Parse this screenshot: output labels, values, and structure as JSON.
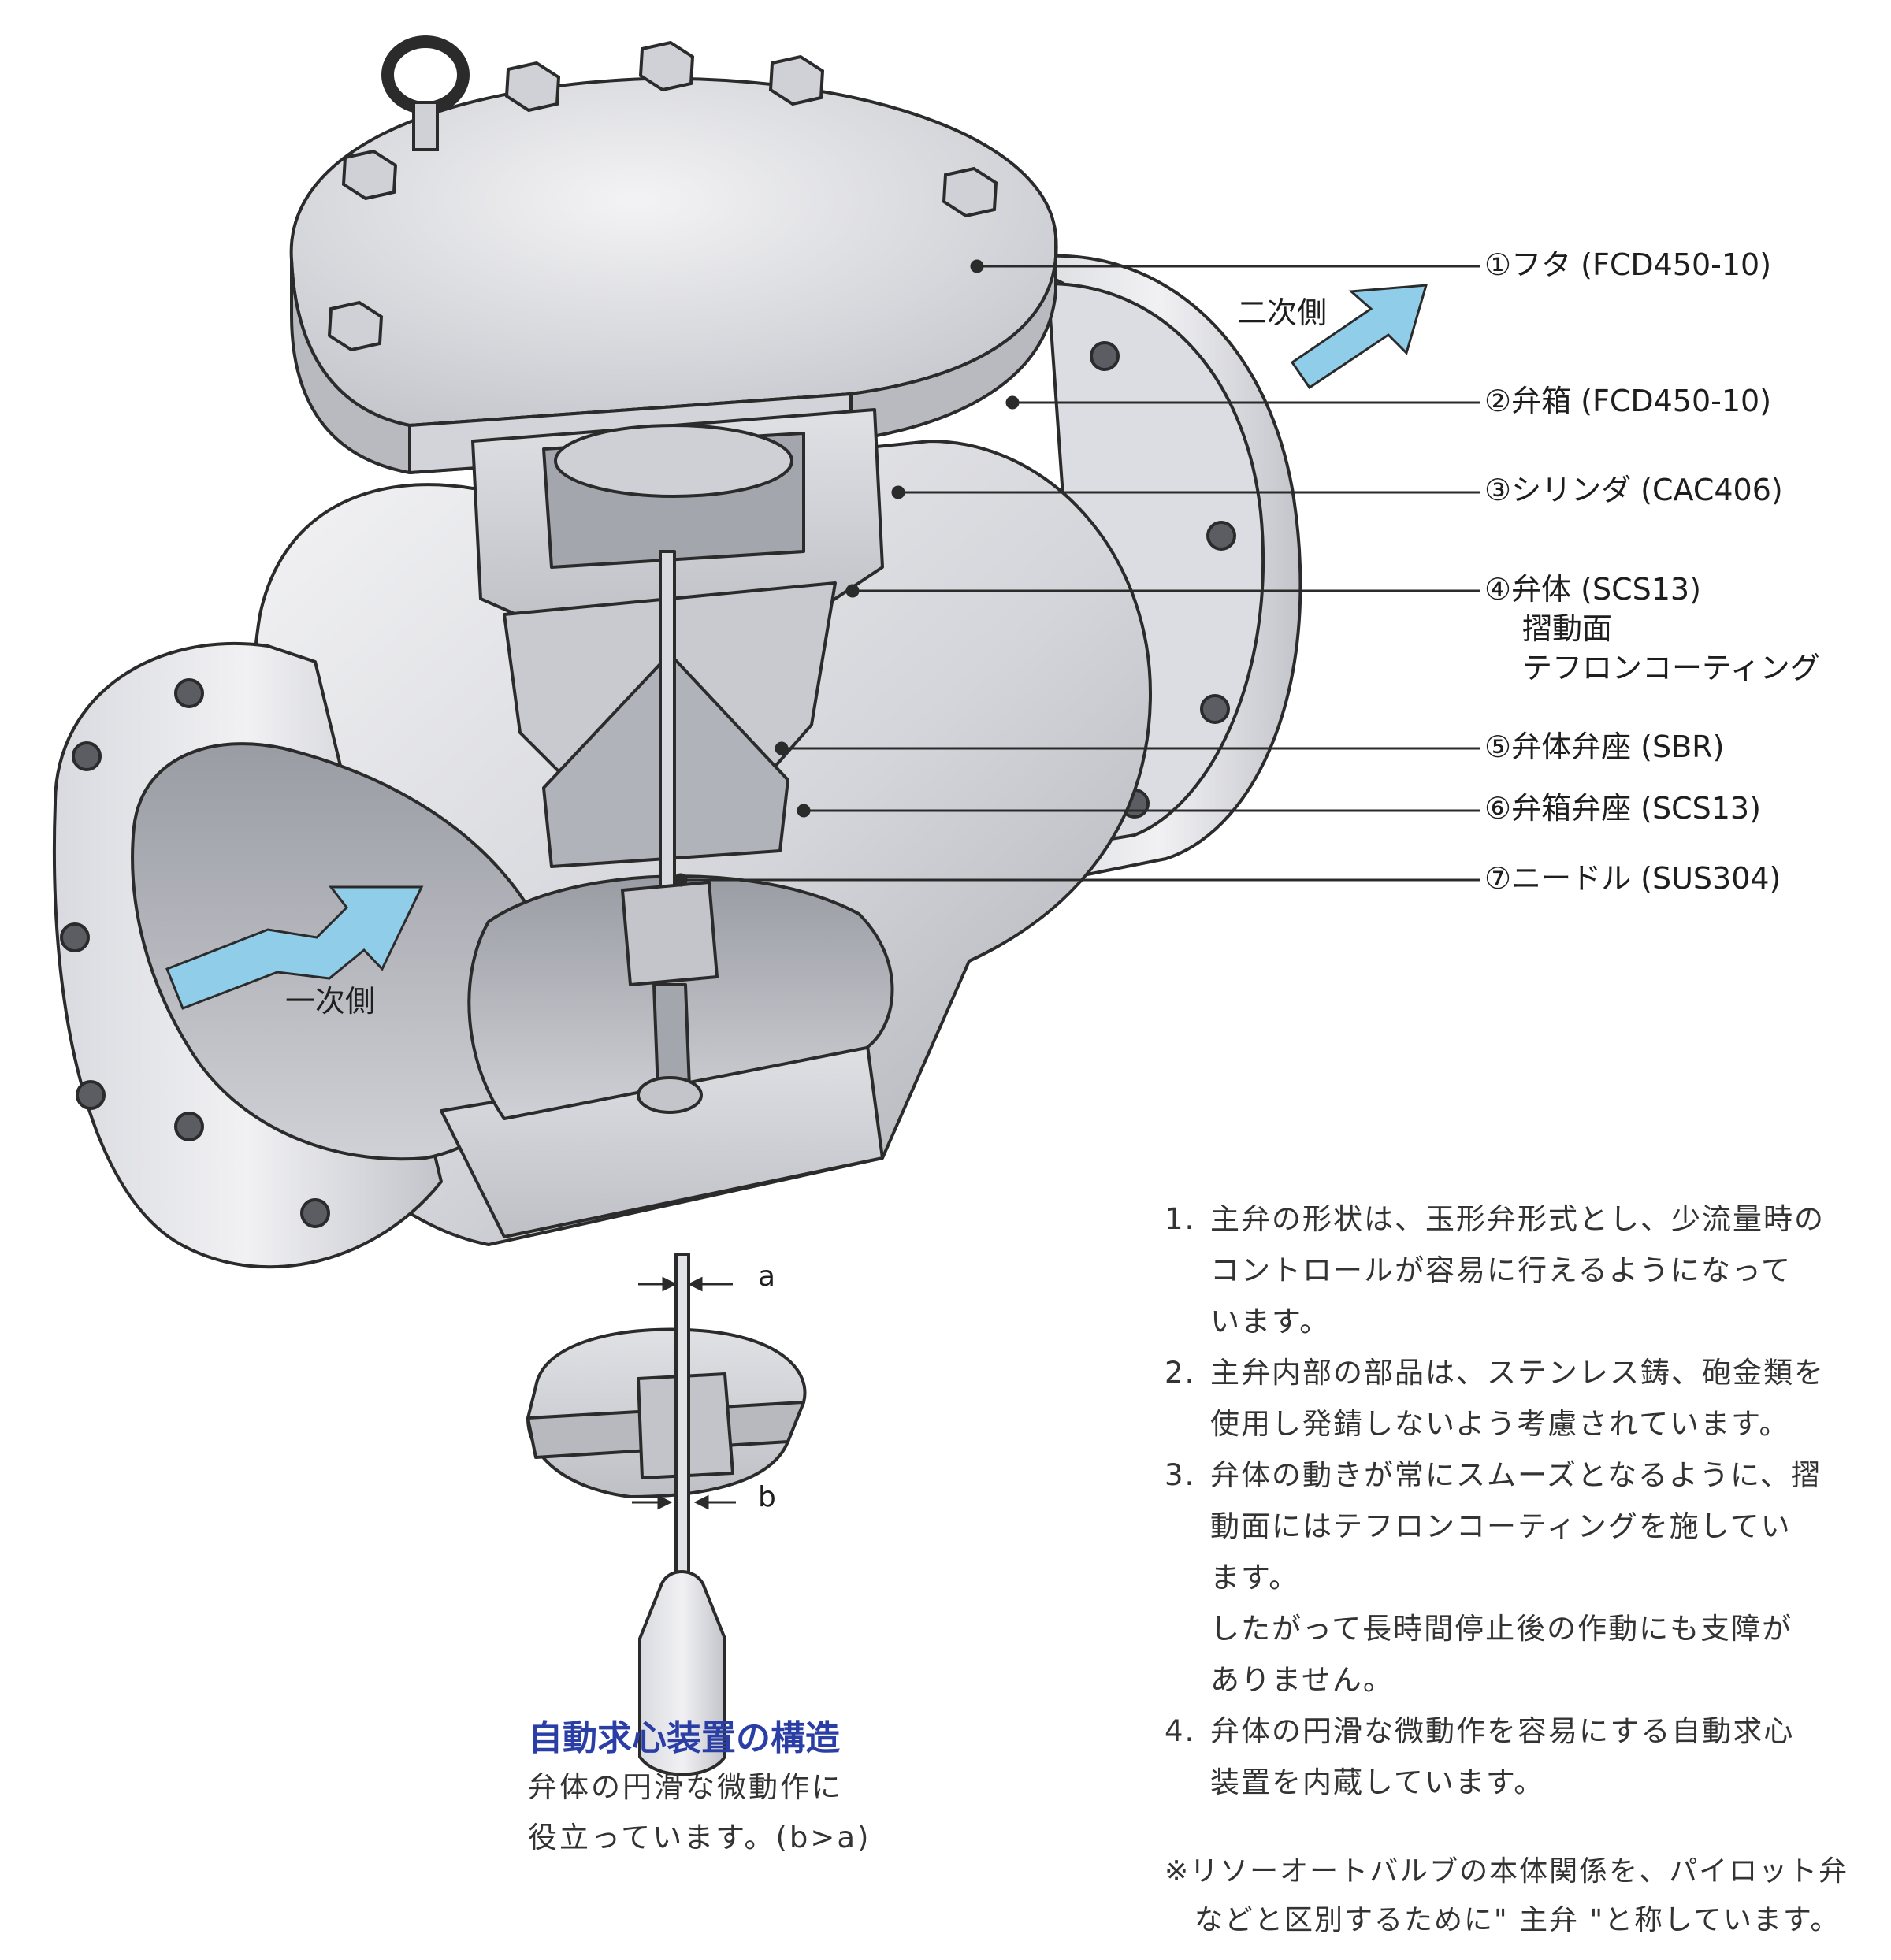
{
  "parts": [
    {
      "label": "①フタ (FCD450-10)"
    },
    {
      "label": "②弁箱 (FCD450-10)"
    },
    {
      "label": "③シリンダ (CAC406)"
    },
    {
      "label": "④弁体 (SCS13)",
      "sub1": "摺動面",
      "sub2": "テフロンコーティング"
    },
    {
      "label": "⑤弁体弁座 (SBR)"
    },
    {
      "label": "⑥弁箱弁座 (SCS13)"
    },
    {
      "label": "⑦ニードル (SUS304)"
    }
  ],
  "flow": {
    "secondary": "二次側",
    "primary": "一次側"
  },
  "auto_centering": {
    "dim_a": "a",
    "dim_b": "b",
    "title": "自動求心装置の構造",
    "line1": "弁体の円滑な微動作に",
    "line2": "役立っています。(b>a)"
  },
  "features": [
    {
      "num": "1.",
      "text": "主弁の形状は、玉形弁形式とし、少流量時の\nコントロールが容易に行えるようになって\nいます。"
    },
    {
      "num": "2.",
      "text": "主弁内部の部品は、ステンレス鋳、砲金類を\n使用し発錆しないよう考慮されています。"
    },
    {
      "num": "3.",
      "text": "弁体の動きが常にスムーズとなるように、摺\n動面にはテフロンコーティングを施してい\nます。\nしたがって長時間停止後の作動にも支障が\nありません。"
    },
    {
      "num": "4.",
      "text": "弁体の円滑な微動作を容易にする自動求心\n装置を内蔵しています。"
    }
  ],
  "footnote": "※リソーオートバルブの本体関係を、パイロット弁\n　などと区別するために\" 主弁 \"と称しています。",
  "colors": {
    "flow_arrow": "#8fcde9",
    "metal_light": "#e8e8ec",
    "metal_mid": "#c8c9cf",
    "metal_dark": "#8e9098",
    "outline": "#2b2b2b",
    "title_blue": "#2a3ea6"
  }
}
